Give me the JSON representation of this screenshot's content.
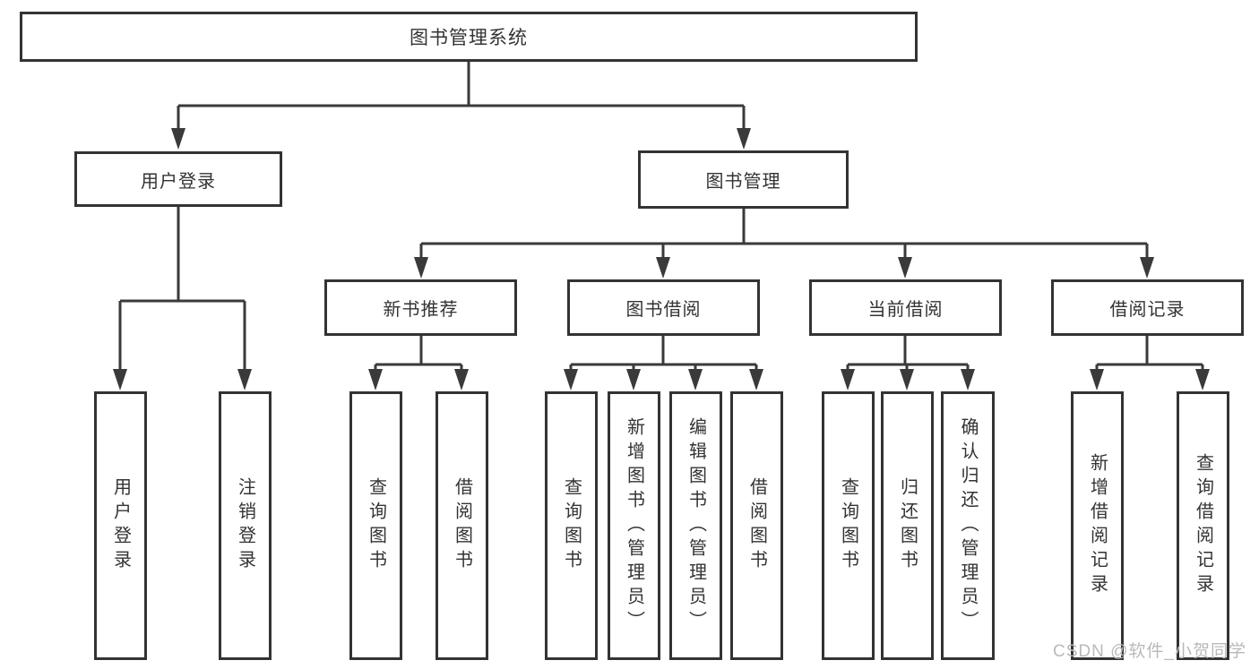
{
  "title": "图书管理系统",
  "user_branch": {
    "label": "用户登录",
    "leaves": [
      "用户登录",
      "注销登录"
    ]
  },
  "book_branch": {
    "label": "图书管理",
    "sections": [
      {
        "label": "新书推荐",
        "leaves": [
          "查询图书",
          "借阅图书"
        ]
      },
      {
        "label": "图书借阅",
        "leaves": [
          "查询图书",
          "新增图书（管理员）",
          "编辑图书（管理员）",
          "借阅图书"
        ]
      },
      {
        "label": "当前借阅",
        "leaves": [
          "查询图书",
          "归还图书",
          "确认归还（管理员）"
        ]
      },
      {
        "label": "借阅记录",
        "leaves": [
          "新增借阅记录",
          "查询借阅记录"
        ]
      }
    ]
  },
  "watermark": "CSDN @软件_小贺同学",
  "colors": {
    "line": "#3a3a3a",
    "border": "#333333",
    "text": "#333333",
    "background": "#ffffff",
    "watermark": "#b9b9b9"
  }
}
